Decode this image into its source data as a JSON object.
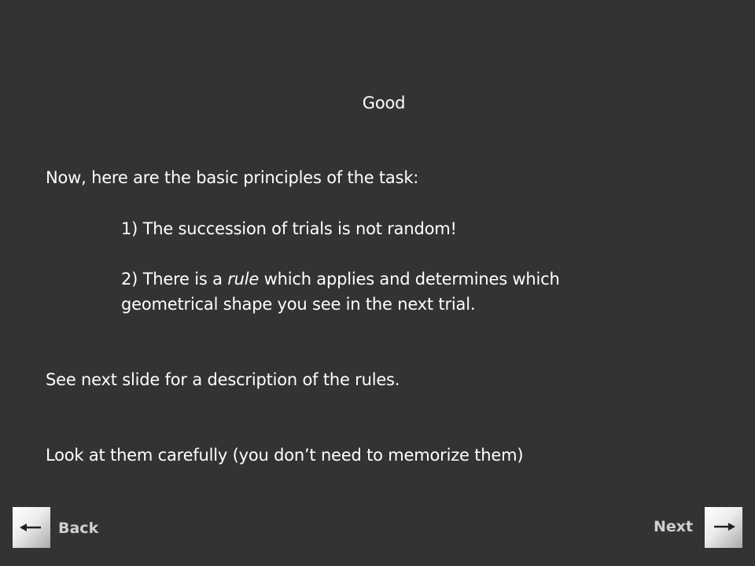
{
  "slide": {
    "heading": "Good",
    "intro": "Now, here are the basic principles of the task:",
    "principle_1": "1) The succession of trials is not random!",
    "principle_2_before_em": "2) There is a ",
    "principle_2_em": "rule",
    "principle_2_after_em": " which applies and determines which",
    "principle_2_line2": "geometrical shape you see in the next trial.",
    "see_next": "See next slide for a description of the rules.",
    "look_at": "Look at them carefully (you don’t need to memorize them)"
  },
  "nav": {
    "back_label": "Back",
    "next_label": "Next",
    "back_icon": "arrow-left-icon",
    "next_icon": "arrow-right-icon"
  },
  "colors": {
    "background": "#333333",
    "text": "#ffffff",
    "nav_label": "#d0d0d0"
  }
}
